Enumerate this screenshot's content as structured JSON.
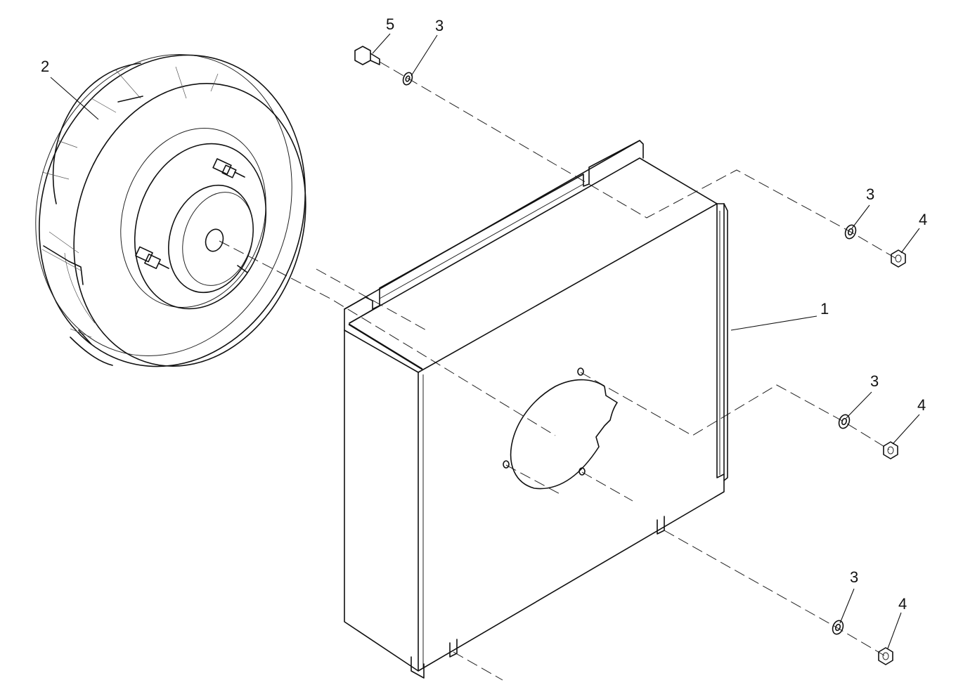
{
  "callouts": {
    "housing": "1",
    "impeller": "2",
    "washer_top": "3",
    "washer_right_upper": "3",
    "washer_right_middle": "3",
    "washer_right_lower": "3",
    "nut_right_upper": "4",
    "nut_right_middle": "4",
    "nut_right_lower": "4",
    "bolt_top": "5"
  }
}
